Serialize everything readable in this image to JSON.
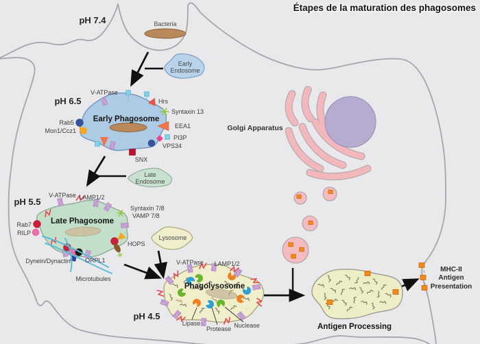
{
  "title": "Étapes de la maturation des phagosomes",
  "ph_labels": {
    "extracellular": "pH 7.4",
    "early": "pH 6.5",
    "late": "pH 5.5",
    "phagolysosome": "pH 4.5"
  },
  "organelles": {
    "bacteria": "Bacteria",
    "early_endosome": {
      "line1": "Early",
      "line2": "Endosome"
    },
    "early_phagosome": "Early Phagosome",
    "late_endosome": {
      "line1": "Late",
      "line2": "Endosome"
    },
    "late_phagosome": "Late Phagosome",
    "lysosome": "Lysosome",
    "phagolysosome": "Phagolysosome",
    "golgi": "Golgi Apparatus",
    "antigen_processing": "Antigen Processing",
    "mhc": {
      "line1": "MHC-II",
      "line2": "Antigen",
      "line3": "Presentation"
    }
  },
  "early_markers": {
    "v_atpase": "V-ATPase",
    "hrs": "Hrs",
    "syntaxin13": "Syntaxin 13",
    "eea1": "EEA1",
    "pi3p": "PI3P",
    "vps34": "VPS34",
    "snx": "SNX",
    "rab5": "Rab5",
    "mon1_ccz1": "Mon1/Ccz1"
  },
  "late_markers": {
    "v_atpase": "V-ATPase",
    "lamp12": "LAMP1/2",
    "syntaxin78": "Syntaxin 7/8",
    "vamp78": "VAMP 7/8",
    "rab7": "Rab7",
    "rilp": "RILP",
    "hops": "HOPS",
    "orpl1": "ORPL1",
    "dynein_dynactin": "Dynein/Dynactin",
    "microtubules": "Microtubules"
  },
  "phagolysosome_markers": {
    "v_atpase": "V-ATPase",
    "lamp12": "LAMP1/2",
    "lipase": "Lipase",
    "protease": "Protease",
    "nuclease": "Nuclease"
  },
  "colors": {
    "background": "#e9e9eb",
    "membrane_gray": "#a6a6aa",
    "early_endosome_fill": "#b8d3ea",
    "early_fill": "#aecbe6",
    "late_endosome_fill": "#c9e2d0",
    "late_fill": "#c3dfca",
    "lyso_fill": "#f0eecb",
    "antigen_fill": "#eeeec6",
    "bacteria_fill": "#b9895c",
    "golgi_pink": "#f3b8bc",
    "nucleus_fill": "#b7abd0",
    "vesicle_fill": "#f3bcc0",
    "antigen_orange": "#f18a1e",
    "arrow_black": "#111111"
  }
}
